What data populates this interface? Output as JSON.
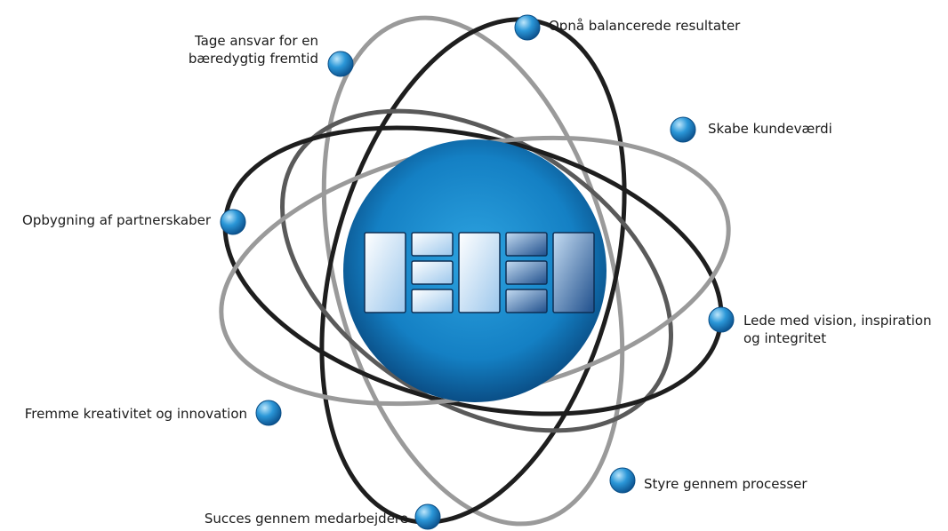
{
  "diagram": {
    "principles": [
      {
        "id": "p1",
        "text_lines": [
          "Opnå balancerede resultater"
        ]
      },
      {
        "id": "p2",
        "text_lines": [
          "Skabe kundeværdi"
        ]
      },
      {
        "id": "p3",
        "text_lines": [
          "Lede med vision, inspiration",
          "og integritet"
        ]
      },
      {
        "id": "p4",
        "text_lines": [
          "Styre gennem processer"
        ]
      },
      {
        "id": "p5",
        "text_lines": [
          "Succes gennem medarbejdere"
        ]
      },
      {
        "id": "p6",
        "text_lines": [
          "Fremme kreativitet og innovation"
        ]
      },
      {
        "id": "p7",
        "text_lines": [
          "Opbygning af partnerskaber"
        ]
      },
      {
        "id": "p8",
        "text_lines": [
          "Tage ansvar for en",
          "bæredygtig fremtid"
        ]
      }
    ],
    "colors": {
      "orbit_dark": "#1e1e1e",
      "orbit_gray": "#5a5a5a",
      "orbit_light": "#9a9a9a",
      "core_center": "#1e8fd0",
      "core_edge": "#0a4e86",
      "node_light": "#6ec3f0",
      "node_dark": "#0a5fa3"
    },
    "icon": "efqm-logo-icon"
  }
}
